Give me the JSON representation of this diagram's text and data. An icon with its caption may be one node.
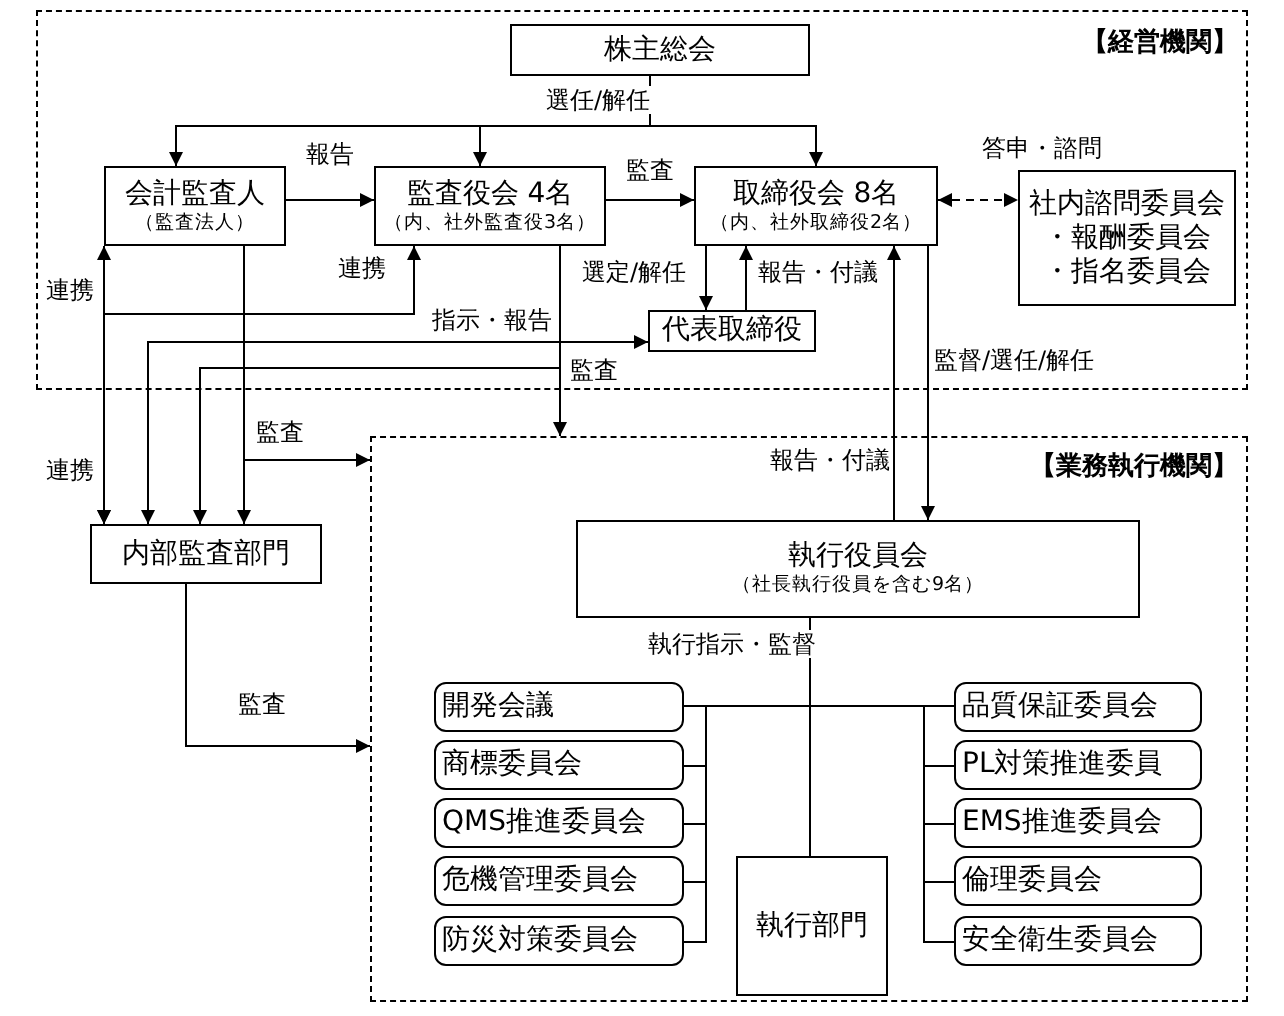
{
  "diagram": {
    "nodes": [
      {
        "text": [
          "【経営機関】"
        ]
      },
      {
        "text": [
          "株主総会"
        ],
        "in": 0
      },
      {
        "text": [
          "会計監査人",
          "（監査法人）"
        ],
        "in": 0
      },
      {
        "text": [
          "監査役会 4名",
          "（内、社外監査役3名）"
        ],
        "in": 0
      },
      {
        "text": [
          "取締役会 8名",
          "（内、社外取締役2名）"
        ],
        "in": 0
      },
      {
        "text": [
          "社内諮問委員会",
          "・報酬委員会",
          "・指名委員会"
        ],
        "in": 0
      },
      {
        "text": [
          "代表取締役"
        ],
        "in": 0
      },
      {
        "text": [
          "内部監査部門"
        ]
      },
      {
        "text": [
          "【業務執行機関】"
        ]
      },
      {
        "text": [
          "執行役員会",
          "（社長執行役員を含む9名）"
        ],
        "in": 8
      },
      {
        "text": [
          "開発会議"
        ],
        "in": 8
      },
      {
        "text": [
          "商標委員会"
        ],
        "in": 8
      },
      {
        "text": [
          "QMS推進委員会"
        ],
        "in": 8
      },
      {
        "text": [
          "危機管理委員会"
        ],
        "in": 8
      },
      {
        "text": [
          "防災対策委員会"
        ],
        "in": 8
      },
      {
        "text": [
          "執行部門"
        ],
        "in": 8
      },
      {
        "text": [
          "品質保証委員会"
        ],
        "in": 8
      },
      {
        "text": [
          "PL対策推進委員"
        ],
        "in": 8
      },
      {
        "text": [
          "EMS推進委員会"
        ],
        "in": 8
      },
      {
        "text": [
          "倫理委員会"
        ],
        "in": 8
      },
      {
        "text": [
          "安全衛生委員会"
        ],
        "in": 8
      }
    ],
    "edges": [
      {
        "from": 1,
        "to": 2,
        "arrow": "to",
        "label": "選任/解任"
      },
      {
        "from": 1,
        "to": 3,
        "arrow": "to"
      },
      {
        "from": 1,
        "to": 4,
        "arrow": "to"
      },
      {
        "from": 2,
        "to": 3,
        "arrow": "to",
        "label": "報告"
      },
      {
        "from": 3,
        "to": 4,
        "arrow": "to",
        "label": "監査"
      },
      {
        "from": 4,
        "to": 5,
        "arrow": "both",
        "label": "答申・諮問",
        "style": "dashed"
      },
      {
        "from": 4,
        "to": 6,
        "arrow": "to",
        "label": "選定/解任"
      },
      {
        "from": 6,
        "to": 4,
        "arrow": "to",
        "label": "報告・付議"
      },
      {
        "from": 2,
        "to": 7,
        "arrow": "both",
        "label": "連携"
      },
      {
        "from": 3,
        "to": 7,
        "arrow": "both",
        "label": "連携"
      },
      {
        "from": 6,
        "to": 7,
        "arrow": "both",
        "label": "指示・報告"
      },
      {
        "from": 3,
        "to": 8,
        "arrow": "to",
        "label": "監査"
      },
      {
        "from": 3,
        "to": 7,
        "arrow": "to"
      },
      {
        "from": 2,
        "to": 7,
        "arrow": "to"
      },
      {
        "from": 2,
        "to": 8,
        "arrow": "to",
        "label": "監査"
      },
      {
        "from": 7,
        "to": 8,
        "arrow": "to",
        "label": "監査"
      },
      {
        "from": 9,
        "to": 4,
        "arrow": "to",
        "label": "報告・付議"
      },
      {
        "from": 4,
        "to": 9,
        "arrow": "to",
        "label": "監督/選任/解任"
      },
      {
        "from": 9,
        "to": 15,
        "arrow": "none",
        "label": "執行指示・監督"
      },
      {
        "from": 9,
        "to": 10,
        "arrow": "none"
      },
      {
        "from": 9,
        "to": 11,
        "arrow": "none"
      },
      {
        "from": 9,
        "to": 12,
        "arrow": "none"
      },
      {
        "from": 9,
        "to": 13,
        "arrow": "none"
      },
      {
        "from": 9,
        "to": 14,
        "arrow": "none"
      },
      {
        "from": 9,
        "to": 16,
        "arrow": "none"
      },
      {
        "from": 9,
        "to": 17,
        "arrow": "none"
      },
      {
        "from": 9,
        "to": 18,
        "arrow": "none"
      },
      {
        "from": 9,
        "to": 19,
        "arrow": "none"
      },
      {
        "from": 9,
        "to": 20,
        "arrow": "none"
      }
    ],
    "labels": [
      "連携"
    ]
  }
}
